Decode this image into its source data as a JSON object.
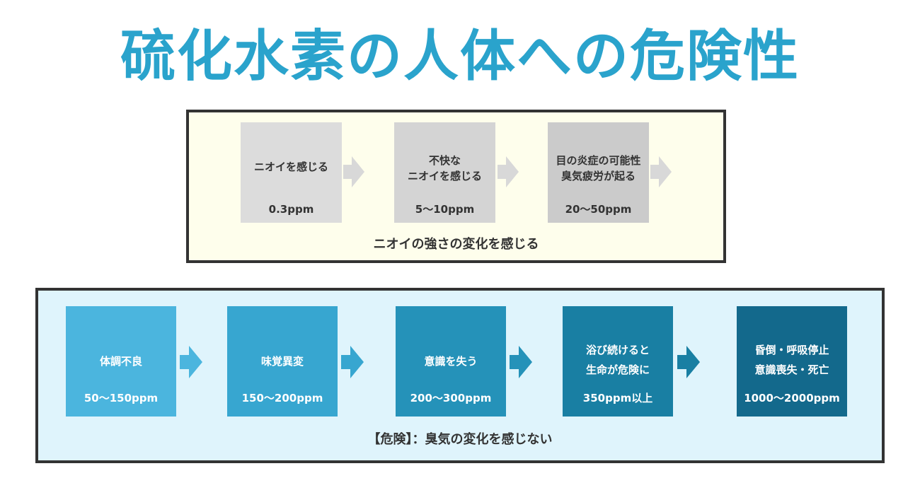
{
  "title": "硫化水素の人体への危険性",
  "odor_panel": {
    "caption": "ニオイの強さの変化を感じる",
    "steps": [
      {
        "label": "ニオイを感じる",
        "value": "0.3ppm",
        "color": "#dcdcdc"
      },
      {
        "label": "不快な\nニオイを感じる",
        "value": "5〜10ppm",
        "color": "#d4d4d4"
      },
      {
        "label": "目の炎症の可能性\n臭気疲労が起る",
        "value": "20〜50ppm",
        "color": "#cbcbcb"
      }
    ],
    "arrow_color": "#d8d8d8"
  },
  "danger_panel": {
    "caption": "【危険】：臭気の変化を感じない",
    "steps": [
      {
        "label": "体調不良",
        "value": "50〜150ppm",
        "color": "#4bb5de"
      },
      {
        "label": "味覚異変",
        "value": "150〜200ppm",
        "color": "#37a6d0"
      },
      {
        "label": "意識を失う",
        "value": "200〜300ppm",
        "color": "#2592b9"
      },
      {
        "label": "浴び続けると\n生命が危険に",
        "value": "350ppm以上",
        "color": "#197fa3"
      },
      {
        "label": "昏倒・呼吸停止\n意識喪失・死亡",
        "value": "1000〜2000ppm",
        "color": "#13698c"
      }
    ]
  }
}
